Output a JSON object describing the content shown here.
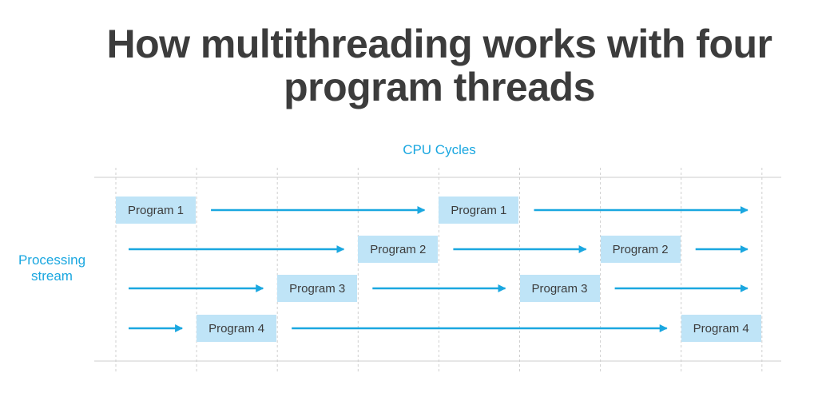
{
  "title": "How multithreading works with four program threads",
  "x_label": "CPU Cycles",
  "y_label": "Processing stream",
  "colors": {
    "accent": "#1aa7e0",
    "box": "#bfe4f7",
    "text": "#3c3c3c"
  },
  "cycles": 8,
  "rows": [
    {
      "label": "Program 1",
      "runs_in_cycles": [
        0,
        4
      ]
    },
    {
      "label": "Program 2",
      "runs_in_cycles": [
        3,
        6
      ]
    },
    {
      "label": "Program 3",
      "runs_in_cycles": [
        2,
        5
      ]
    },
    {
      "label": "Program 4",
      "runs_in_cycles": [
        1,
        7
      ]
    }
  ]
}
